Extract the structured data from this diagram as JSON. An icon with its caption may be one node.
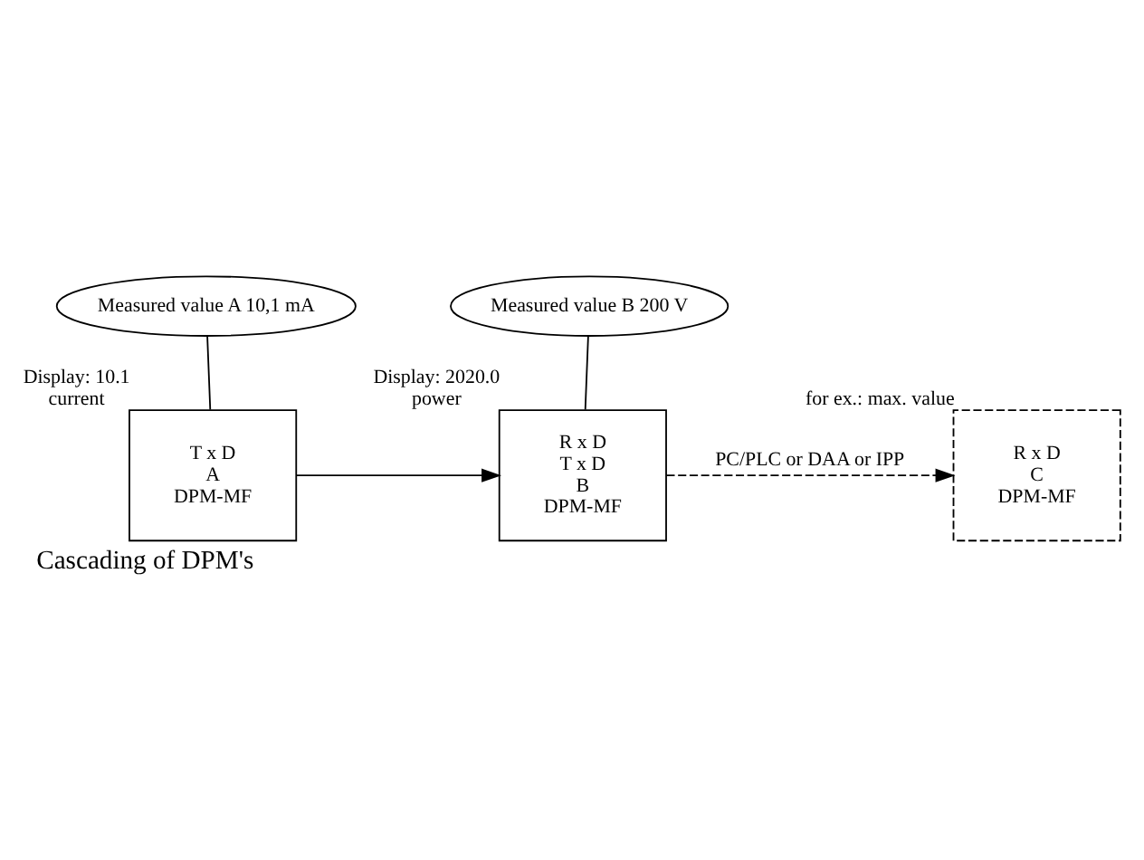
{
  "diagram": {
    "caption": "Cascading of DPM's",
    "nodes": [
      {
        "text": [
          "Measured value A 10,1 mA"
        ]
      },
      {
        "text": [
          "Measured value B 200 V"
        ]
      },
      {
        "text": [
          "T x D",
          "A",
          "DPM-MF"
        ],
        "beside": [
          "Display: 10.1",
          "current"
        ]
      },
      {
        "text": [
          "R x D",
          "T x D",
          "B",
          "DPM-MF"
        ],
        "beside": [
          "Display: 2020.0",
          "power"
        ]
      },
      {
        "text": [
          "R x D",
          "C",
          "DPM-MF"
        ],
        "beside": [
          "for ex.: max. value"
        ]
      }
    ],
    "edges": [
      {
        "from": 0,
        "to": 2,
        "arrow": "none"
      },
      {
        "from": 1,
        "to": 3,
        "arrow": "none"
      },
      {
        "from": 2,
        "to": 3,
        "arrow": "to"
      },
      {
        "from": 3,
        "to": 4,
        "arrow": "to",
        "style": "dashed",
        "label": "PC/PLC or DAA or IPP"
      }
    ]
  }
}
